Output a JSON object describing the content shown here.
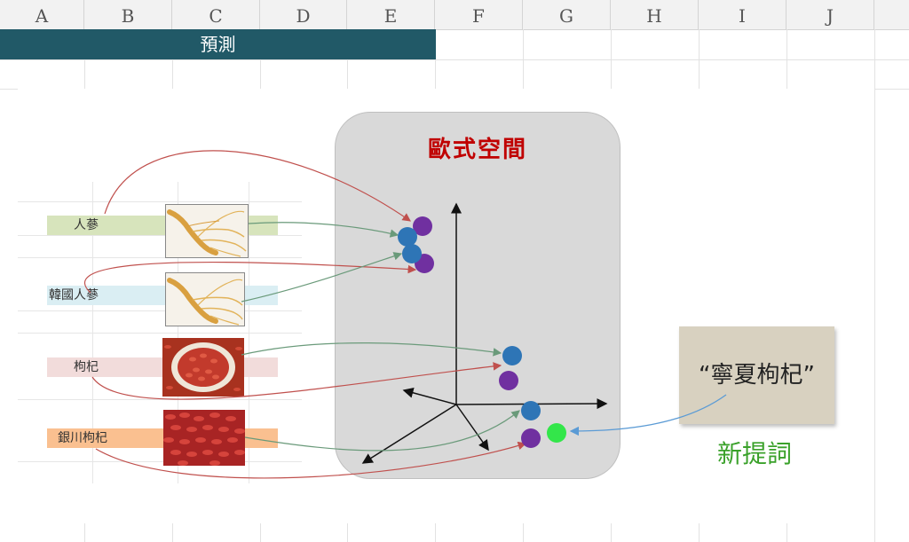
{
  "columns": [
    "A",
    "B",
    "C",
    "D",
    "E",
    "F",
    "G",
    "H",
    "I",
    "J"
  ],
  "banner": {
    "title": "預測"
  },
  "diagram": {
    "space_title": "歐式空間",
    "labels": [
      {
        "text": "人蔘",
        "color": "#d7e4bc",
        "image": "ginseng-root"
      },
      {
        "text": "韓國人蔘",
        "color": "#daeef3",
        "image": "ginseng-root"
      },
      {
        "text": "枸杞",
        "color": "#f2dcdb",
        "image": "goji-berries-bowl"
      },
      {
        "text": "銀川枸杞",
        "color": "#fac090",
        "image": "goji-berries-pile"
      }
    ],
    "note_text": "“寧夏枸杞”",
    "new_term_label": "新提詞",
    "colors": {
      "blue_point": "#2e75b6",
      "purple_point": "#7030a0",
      "green_point": "#33e64a",
      "red_arrow": "#c0504d",
      "green_arrow": "#6a9a7a",
      "query_arrow": "#5b9bd5"
    }
  }
}
